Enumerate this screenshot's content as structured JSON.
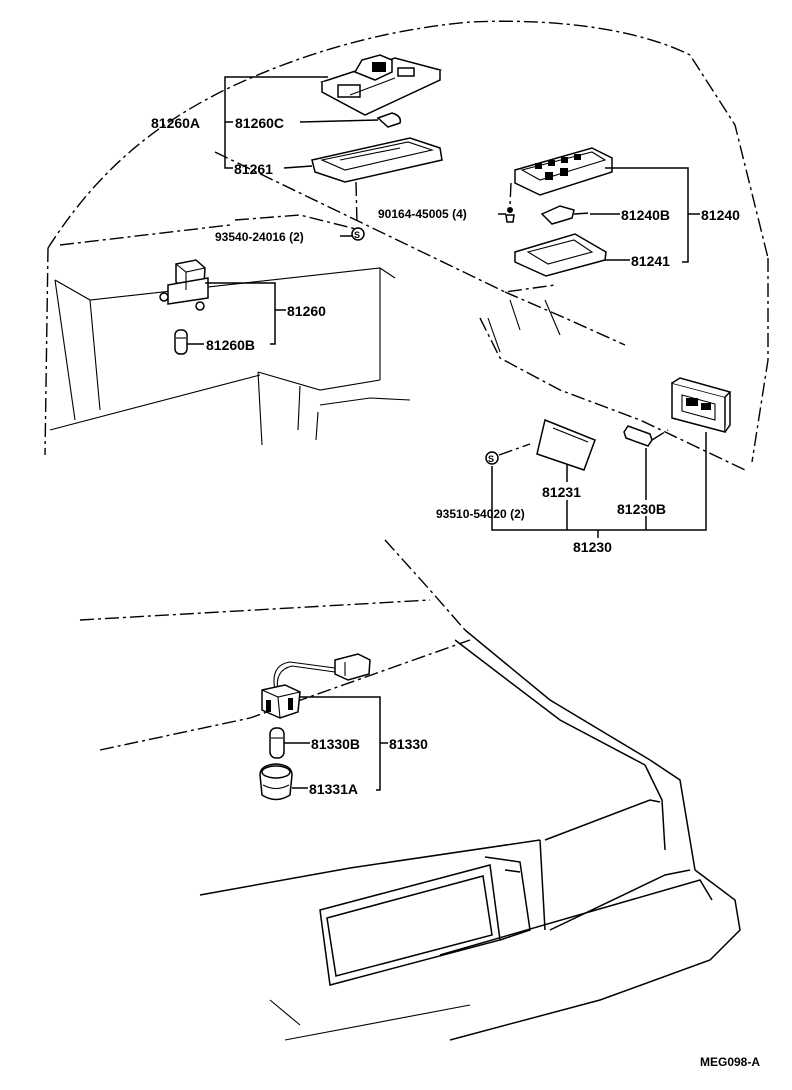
{
  "labels": {
    "p81260A": "81260A",
    "p81260C": "81260C",
    "p81261": "81261",
    "p93540": "93540-24016 (2)",
    "p90164": "90164-45005 (4)",
    "p81240B": "81240B",
    "p81240": "81240",
    "p81241": "81241",
    "p81260": "81260",
    "p81260B": "81260B",
    "p81231": "81231",
    "p81230B": "81230B",
    "p93510": "93510-54020 (2)",
    "p81230": "81230",
    "p81330B": "81330B",
    "p81330": "81330",
    "p81331A": "81331A",
    "screw_symbol": "S"
  },
  "footer_code": "MEG098-A"
}
